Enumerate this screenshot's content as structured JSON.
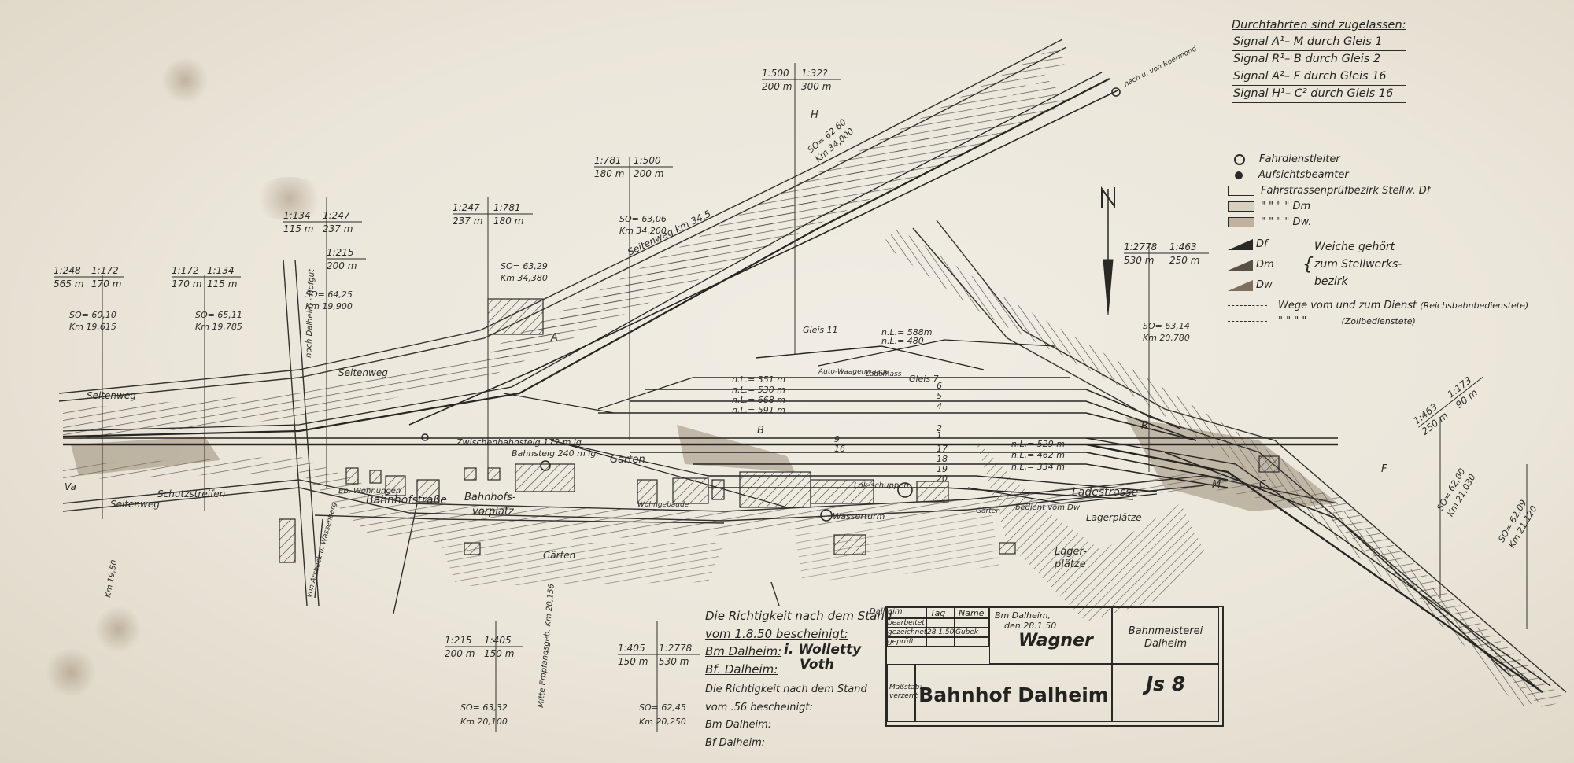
{
  "signal_table": {
    "title": "Durchfahrten sind zugelassen:",
    "rows": [
      "Signal A¹– M  durch Gleis 1",
      "Signal R¹– B  durch Gleis 2",
      "Signal A²– F  durch Gleis 16",
      "Signal H¹– C²  durch Gleis 16"
    ]
  },
  "legend": {
    "fahrdienstleiter": "Fahrdienstleiter",
    "aufsichtsbeamter": "Aufsichtsbeamter",
    "bezirk_df": "Fahrstrassenprüfbezirk Stellw. Df",
    "dm_mark": "\"   \"   \"   \"   Dm",
    "dw_mark": "\"   \"   \"   \"   Dw.",
    "df": "Df",
    "dm": "Dm",
    "dw": "Dw",
    "weiche_1": "Weiche gehört",
    "weiche_2": "zum Stellwerks-",
    "weiche_3": "bezirk",
    "wege_1": "Wege vom und zum Dienst",
    "wege_1b": "(Reichsbahnbedienstete)",
    "wege_2": "\"   \"   \"   \"",
    "wege_2b": "(Zollbedienstete)"
  },
  "scale_labels": [
    {
      "a": "1:248",
      "b": "1:172",
      "c": "565 m",
      "d": "170 m"
    },
    {
      "a": "1:172",
      "b": "1:134",
      "c": "170 m",
      "d": "115 m"
    },
    {
      "a": "1:134",
      "b": "1:247",
      "c": "115 m",
      "d": "237 m"
    },
    {
      "a": "1:247",
      "b": "1:781",
      "c": "237 m",
      "d": "180 m"
    },
    {
      "a": "1:781",
      "b": "1:500",
      "c": "180 m",
      "d": "200 m"
    },
    {
      "a": "1:500",
      "b": "1:32?",
      "c": "200 m",
      "d": "300 m"
    },
    {
      "a": "1:2778",
      "b": "1:463",
      "c": "530 m",
      "d": "250 m"
    },
    {
      "a": "1:215",
      "b": "1:405",
      "c": "200 m",
      "d": "150 m"
    },
    {
      "a": "1:405",
      "b": "1:2778",
      "c": "150 m",
      "d": "530 m"
    },
    {
      "a": "1:463",
      "b": "1:173",
      "c": "250 m",
      "d": "90 m"
    }
  ],
  "single_scale": {
    "a": "1:215",
    "c": "200 m"
  },
  "km_labels": [
    {
      "so": "SO= 60,10",
      "km": "Km 19,615"
    },
    {
      "so": "SO= 65,11",
      "km": "Km 19,785"
    },
    {
      "so": "SO= 64,25",
      "km": "Km 19,900"
    },
    {
      "so": "SO= 63,29",
      "km": "Km 34,380"
    },
    {
      "so": "SO= 63,06",
      "km": "Km 34,200"
    },
    {
      "so": "SO= 62,60",
      "km": "Km 34,000"
    },
    {
      "so": "SO= 63,14",
      "km": "Km 20,780"
    },
    {
      "so": "SO= 62,60",
      "km": "Km 21,030"
    },
    {
      "so": "SO= 62,09",
      "km": "Km 21,120"
    },
    {
      "so": "SO= 63,32",
      "km": "Km 20,100"
    },
    {
      "so": "SO= 62,45",
      "km": "Km 20,250"
    }
  ],
  "track_labels": {
    "gleis11": "Gleis 11",
    "gleis7": "Gleis 7",
    "nl588": "n.L.= 588m",
    "nl480": "n.L.= 480",
    "nl351": "n.L.= 351 m",
    "nl530": "n.L.= 530 m",
    "nl668": "n.L.= 668 m",
    "nl591": "n.L.= 591 m",
    "nl529": "n.L.= 529 m",
    "nl462": "n.L.= 462 m",
    "nl334": "n.L.= 334 m",
    "zwischen": "Zwischenbahnsteig 172 m lg.",
    "bahnsteig": "Bahnsteig 240 m lg.",
    "g1": "1",
    "g2": "2",
    "g4": "4",
    "g5": "5",
    "g6": "6",
    "g9": "9",
    "g16": "16",
    "g17": "17",
    "g18": "18",
    "g19": "19",
    "g20": "20",
    "sig_b": "B",
    "sig_a": "A",
    "sig_h": "H",
    "sig_c": "C",
    "sig_f": "F",
    "sig_m": "M",
    "sig_r": "R",
    "sig_va": "Va"
  },
  "place_labels": {
    "seitenweg1": "Seitenweg",
    "seitenweg2": "Seitenweg",
    "seitenweg3": "Seitenweg",
    "seitenweg_km": "Seitenweg km 34,5",
    "schutzstreifen": "Schutzstreifen",
    "bahnhofstrasse": "Bahnhofstraße",
    "bahnhofsvorplatz_1": "Bahnhofs-",
    "bahnhofsvorplatz_2": "vorplatz",
    "ebwohnung": "Eb. Wohnungen",
    "gorten1": "Gärten",
    "gorten2": "Gärten",
    "gorten3": "Gärten",
    "lokschuppen": "Lok-schuppen",
    "wasserturm": "Wasserturm",
    "ladestrasse": "Ladestrasse",
    "bedient": "bedient vom Dw",
    "lagerplaetze1": "Lagerplätze",
    "lager2_1": "Lager-",
    "lager2_2": "plätze",
    "autowaage": "Auto-Waagenwaage",
    "lademass": "Lademass",
    "wohngeb": "Wohngebäude",
    "nachdalheim": "nach Dalheim - Hofgut",
    "nacharsbeck": "von Arsbeck u. Wassenberg",
    "nachroermond": "nach u. von Roermond",
    "km1950": "Km 19,50",
    "mitteempfang": "Mitte Empfangsgeb. Km 20,156",
    "dalheim_label": "Dalheim"
  },
  "certification": {
    "line1": "Die Richtigkeit nach dem Stand",
    "line2": "vom 1.8.50 bescheinigt:",
    "bm": "Bm Dalheim:",
    "bf": "Bf. Dalheim:",
    "sig1": "i. Wolletty",
    "sig2": "Voth",
    "line3": "Die Richtigkeit nach dem Stand",
    "line4": "vom      .56 bescheinigt:",
    "bm2": "Bm Dalheim:",
    "bf2": "Bf Dalheim:"
  },
  "title_block": {
    "tag": "Tag",
    "name": "Name",
    "bearbeitet": "bearbeitet",
    "gezeichnet": "gezeichnet",
    "geprueft": "geprüft",
    "date": "28.1.50",
    "who": "Gubek",
    "bm": "Bm Dalheim,",
    "den": "den 28.1.50",
    "signer": "Wagner",
    "bahnmeisterei_1": "Bahnmeisterei",
    "bahnmeisterei_2": "Dalheim",
    "massstab_1": "Maßstab:",
    "massstab_2": "verzerrt",
    "title": "Bahnhof Dalheim",
    "code": "Js  8"
  },
  "colors": {
    "ink": "#2b2a27",
    "paper": "#ece7dc",
    "hatch": "#3a3834",
    "shade": "#8a7a63"
  }
}
